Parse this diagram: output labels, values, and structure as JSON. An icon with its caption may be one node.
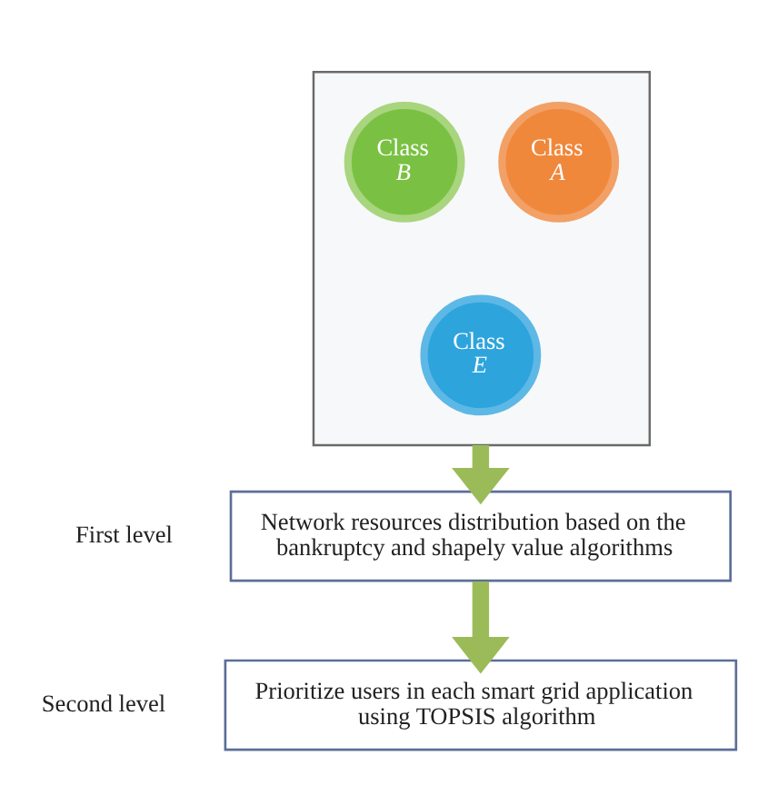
{
  "diagram": {
    "nodes": [
      {
        "text": [],
        "shape": "triangle"
      },
      {
        "text": [
          "Class B"
        ],
        "in": 0
      },
      {
        "text": [
          "Class A"
        ],
        "in": 0
      },
      {
        "text": [
          "Class E"
        ],
        "in": 0
      },
      {
        "text": [
          "Network resources distribution based on the bankruptcy and shapely value algorithms"
        ],
        "beside": [
          "First level"
        ]
      },
      {
        "text": [
          "Prioritize users in each smart grid application using TOPSIS algorithm"
        ],
        "beside": [
          "Second level"
        ]
      }
    ],
    "edges": [
      {
        "from": 0,
        "to": 4,
        "arrow": "to",
        "color": "#9bbb59"
      },
      {
        "from": 4,
        "to": 5,
        "arrow": "to",
        "color": "#9bbb59"
      }
    ]
  }
}
